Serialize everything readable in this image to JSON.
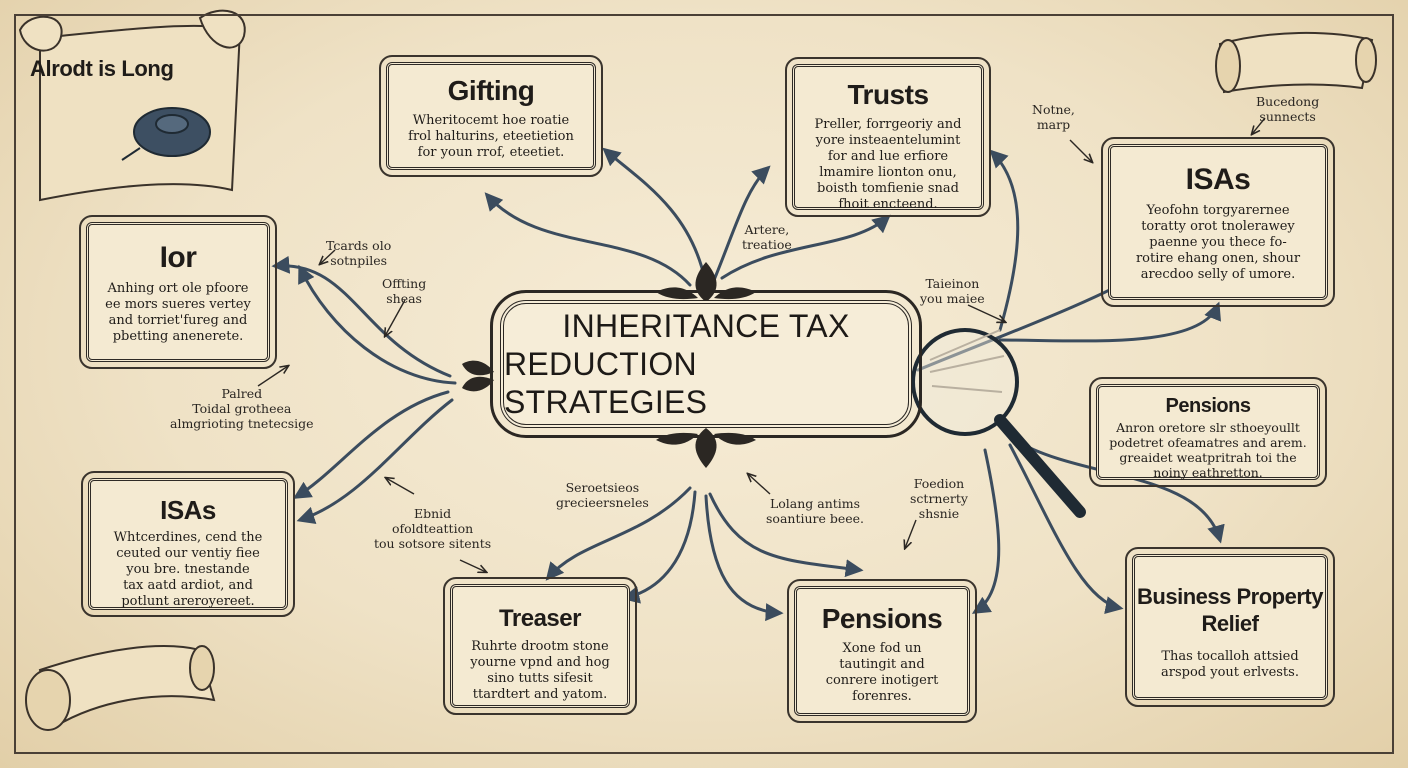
{
  "scroll": {
    "title": "Alrodt is Long"
  },
  "center": {
    "line1": "INHERITANCE TAX",
    "line2": "REDUCTION STRATEGIES"
  },
  "nodes": {
    "gifting": {
      "title": "Gifting",
      "lines": [
        "Wheritocemt hoe roatie",
        "frol halturins, eteetietion",
        "for youn rrof, eteetiet."
      ]
    },
    "trusts": {
      "title": "Trusts",
      "lines": [
        "Preller, forrgeoriy and",
        "yore insteaentelumint",
        "for and lue erfiore",
        "lmamire lionton onu,",
        "boisth tomfienie snad",
        "fhoit encteend."
      ]
    },
    "ior": {
      "title": "Ior",
      "lines": [
        "Anhing ort ole pfoore",
        "ee mors sueres vertey",
        "and torriet'fureg and",
        "pbetting anenerete."
      ]
    },
    "isas_left": {
      "title": "ISAs",
      "lines": [
        "Whtcerdines, cend the",
        "ceuted our ventiy fiee",
        "you bre. tnestande",
        "tax aatd ardiot, and",
        "potlunt areroyereet."
      ]
    },
    "isas_right": {
      "title": "ISAs",
      "lines": [
        "Yeofohn torgyarernee",
        "toratty orot tnolerawey",
        "paenne you thece fo-",
        "rotire ehang onen, shour",
        "arecdoo selly of umore."
      ]
    },
    "pensions_right": {
      "title": "Pensions",
      "lines": [
        "Anron oretore slr sthoeyoullt",
        "podetret ofeamatres and arem.",
        "greaidet weatpritrah toi the",
        "noiny eathretton."
      ]
    },
    "treaser": {
      "title": "Treaser",
      "lines": [
        "Ruhrte drootm stone",
        "yourne vpnd and hog",
        "sino tutts sifesit",
        "ttardtert and yatom."
      ]
    },
    "pensions_bottom": {
      "title": "Pensions",
      "lines": [
        "Xone fod un",
        "tautingit and",
        "conrere inotigert",
        "forenres."
      ]
    },
    "bpr": {
      "title": "Business Property Relief",
      "lines": [
        "Thas tocalloh attsied",
        "arspod yout erlvests."
      ]
    }
  },
  "notes": {
    "n1": "Tcards olo\nsotnpiles",
    "n2": "Offting\nsheas",
    "n3": "Palred\nToidal grotheea\nalmgrioting tnetecsige",
    "n4": "Artere,\ntreatioe",
    "n5": "Notne,\nmarp",
    "n6": "Bucedong\nsunnects",
    "n7": "Taieinon\nyou maiee",
    "n8": "Seroetsieos\ngrecieersneles",
    "n9": "Ebnid\nofoldteattion\ntou sotsore sitents",
    "n10": "Lolang antims\nsoantiure beee.",
    "n11": "Foedion\nsctrnerty\nshsnie"
  },
  "colors": {
    "arrow": "#3b4c5e",
    "ink": "#2b2723",
    "paper": "#f4ead2",
    "background": "#efe3c8"
  }
}
